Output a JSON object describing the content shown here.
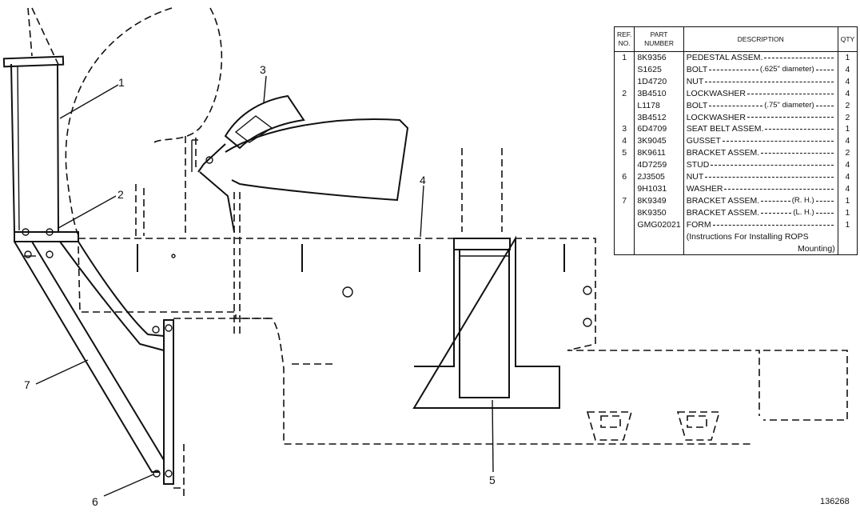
{
  "callouts": {
    "c1": "1",
    "c2": "2",
    "c3": "3",
    "c4": "4",
    "c5": "5",
    "c6": "6",
    "c7": "7"
  },
  "reference_id": "136268",
  "parts_table": {
    "headers": {
      "ref": "REF.\nNO.",
      "part": "PART\nNUMBER",
      "desc": "DESCRIPTION",
      "qty": "QTY"
    },
    "rows": [
      {
        "ref": "1",
        "part": "8K9356",
        "desc": "PEDESTAL ASSEM.",
        "spec": "",
        "qty": "1"
      },
      {
        "ref": "",
        "part": "S1625",
        "desc": "BOLT",
        "spec": "(.625\" diameter)",
        "qty": "4"
      },
      {
        "ref": "",
        "part": "1D4720",
        "desc": "NUT",
        "spec": "",
        "qty": "4"
      },
      {
        "ref": "2",
        "part": "3B4510",
        "desc": "LOCKWASHER",
        "spec": "",
        "qty": "4"
      },
      {
        "ref": "",
        "part": "L1178",
        "desc": "BOLT",
        "spec": "(.75\" diameter)",
        "qty": "2"
      },
      {
        "ref": "",
        "part": "3B4512",
        "desc": "LOCKWASHER",
        "spec": "",
        "qty": "2"
      },
      {
        "ref": "3",
        "part": "6D4709",
        "desc": "SEAT BELT ASSEM.",
        "spec": "",
        "qty": "1"
      },
      {
        "ref": "4",
        "part": "3K9045",
        "desc": "GUSSET",
        "spec": "",
        "qty": "4"
      },
      {
        "ref": "5",
        "part": "8K9611",
        "desc": "BRACKET ASSEM.",
        "spec": "",
        "qty": "2"
      },
      {
        "ref": "",
        "part": "4D7259",
        "desc": "STUD",
        "spec": "",
        "qty": "4"
      },
      {
        "ref": "6",
        "part": "2J3505",
        "desc": "NUT",
        "spec": "",
        "qty": "4"
      },
      {
        "ref": "",
        "part": "9H1031",
        "desc": "WASHER",
        "spec": "",
        "qty": "4"
      },
      {
        "ref": "7",
        "part": "8K9349",
        "desc": "BRACKET ASSEM.",
        "spec": "(R. H.)",
        "qty": "1"
      },
      {
        "ref": "",
        "part": "8K9350",
        "desc": "BRACKET ASSEM.",
        "spec": "(L. H.)",
        "qty": "1"
      },
      {
        "ref": "",
        "part": "GMG02021",
        "desc": "FORM",
        "spec": "",
        "qty": "1"
      }
    ],
    "note_line1": "(Instructions For Installing ROPS",
    "note_line2": "Mounting)"
  }
}
